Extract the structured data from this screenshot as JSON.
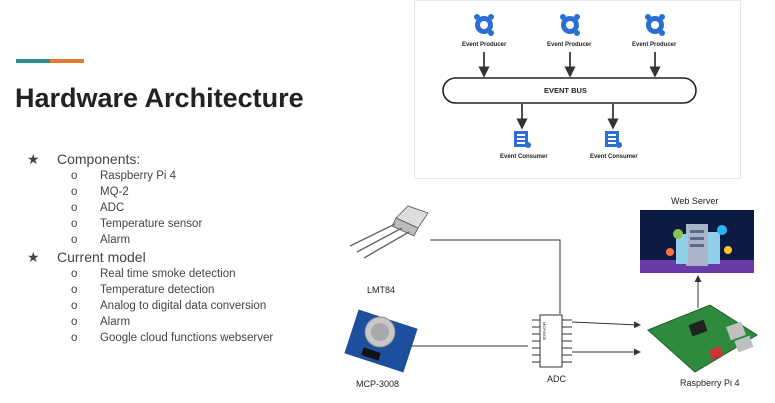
{
  "colors": {
    "teal": "#2a8f8a",
    "orange": "#e2792b",
    "bus_border": "#222222",
    "arrow": "#333333"
  },
  "slide": {
    "title": "Hardware Architecture",
    "bullets": [
      {
        "label": "Components:",
        "items": [
          "Raspberry Pi 4",
          "MQ-2",
          "ADC",
          "Temperature sensor",
          "Alarm"
        ]
      },
      {
        "label": "Current model",
        "items": [
          "Real time smoke detection",
          "Temperature detection",
          "Analog to digital data conversion",
          "Alarm",
          "Google cloud functions webserver"
        ]
      }
    ],
    "bullet_symbol": "★",
    "sub_bullet_symbol": "o"
  },
  "event_diagram": {
    "producers": [
      "Event Producer",
      "Event Producer",
      "Event Producer"
    ],
    "bus_label": "EVENT BUS",
    "consumers": [
      "Event Consumer",
      "Event Consumer"
    ]
  },
  "hardware_diagram": {
    "web_server_label": "Web Server",
    "lmt84_label": "LMT84",
    "mcp_label": "MCP-3008",
    "adc_label": "ADC",
    "pi_label": "Raspberry Pi 4",
    "chip_text": "MCP3008"
  }
}
